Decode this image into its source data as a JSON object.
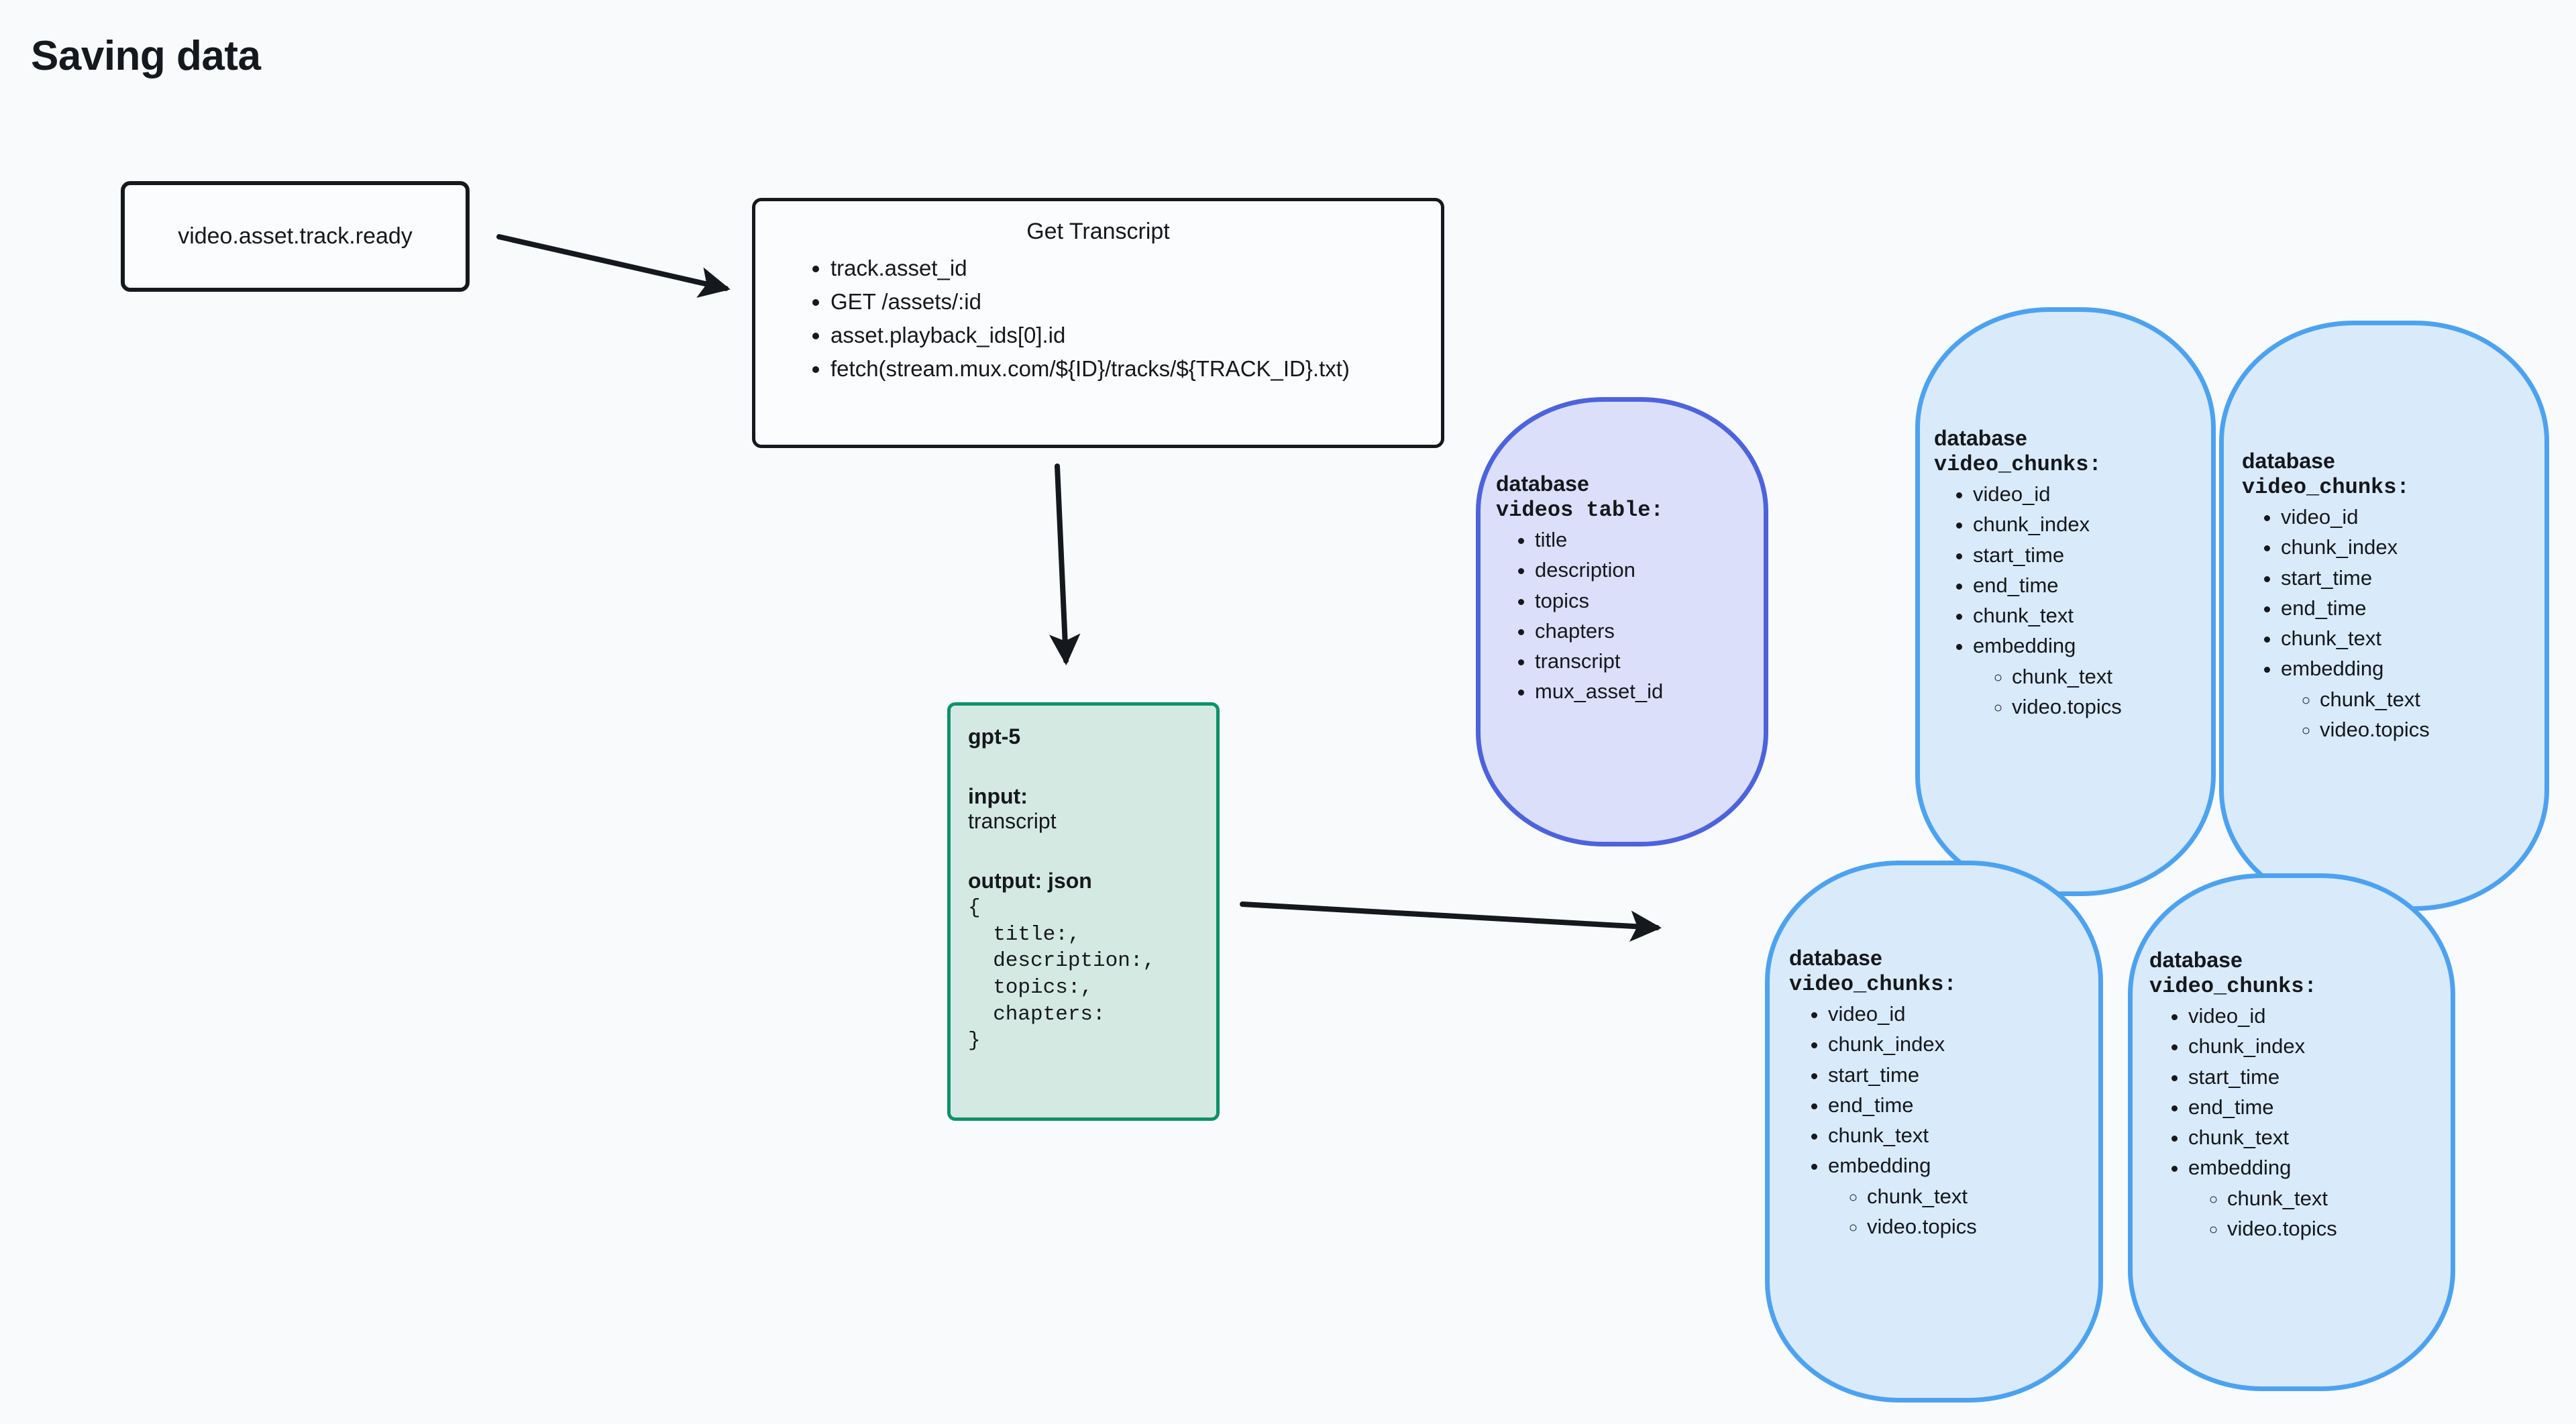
{
  "page": {
    "title": "Saving data",
    "background_color": "#f9fafc"
  },
  "colors": {
    "node_stroke_dark": "#15181c",
    "model_fill": "#d4e9e2",
    "model_stroke": "#0d9268",
    "videos_db_fill": "#dcdffa",
    "videos_db_stroke": "#4c63dd",
    "chunks_db_fill": "#d9eafb",
    "chunks_db_stroke": "#4da2f0",
    "arrow_color": "#15181c"
  },
  "event_node": {
    "label": "video.asset.track.ready"
  },
  "transcript_node": {
    "title": "Get Transcript",
    "steps": [
      "track.asset_id",
      "GET /assets/:id",
      "asset.playback_ids[0].id",
      "fetch(stream.mux.com/${ID}/tracks/${TRACK_ID}.txt)"
    ]
  },
  "model_node": {
    "title": "gpt-5",
    "input_label": "input:",
    "input_value": "transcript",
    "output_label": "output: json",
    "output_json": "{\n  title:,\n  description:,\n  topics:,\n  chapters:\n}"
  },
  "videos_db": {
    "heading": "database",
    "table": "videos table:",
    "fields": [
      "title",
      "description",
      "topics",
      "chapters",
      "transcript",
      "mux_asset_id"
    ]
  },
  "chunks_db": {
    "heading": "database",
    "table": "video_chunks:",
    "fields": [
      "video_id",
      "chunk_index",
      "start_time",
      "end_time",
      "chunk_text",
      "embedding"
    ],
    "embedding_sources": [
      "chunk_text",
      "video.topics"
    ],
    "instances": 4
  },
  "arrows": [
    {
      "name": "event-to-transcript",
      "from": "event_node",
      "to": "transcript_node"
    },
    {
      "name": "transcript-to-model",
      "from": "transcript_node",
      "to": "model_node"
    },
    {
      "name": "model-to-chunks",
      "from": "model_node",
      "to": "chunks_db"
    }
  ]
}
